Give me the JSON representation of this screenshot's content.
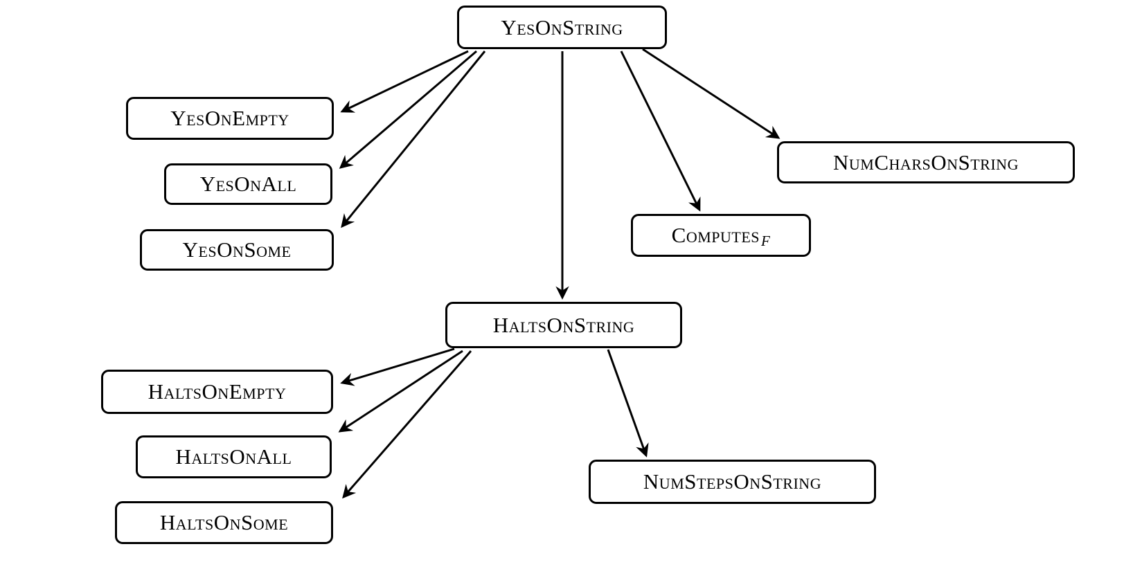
{
  "diagram": {
    "name": "reducibility-diagram",
    "colors": {
      "background": "#ffffff",
      "node_fill": "#ffffff",
      "node_border": "#000000",
      "arrow": "#000000"
    },
    "nodes": [
      {
        "id": "yesOnString",
        "label": "YesOnString"
      },
      {
        "id": "yesOnEmpty",
        "label": "YesOnEmpty"
      },
      {
        "id": "yesOnAll",
        "label": "YesOnAll"
      },
      {
        "id": "yesOnSome",
        "label": "YesOnSome"
      },
      {
        "id": "numCharsOnString",
        "label": "NumCharsOnString"
      },
      {
        "id": "computesF",
        "label": "Computes",
        "subscript": "F"
      },
      {
        "id": "haltsOnString",
        "label": "HaltsOnString"
      },
      {
        "id": "haltsOnEmpty",
        "label": "HaltsOnEmpty"
      },
      {
        "id": "haltsOnAll",
        "label": "HaltsOnAll"
      },
      {
        "id": "haltsOnSome",
        "label": "HaltsOnSome"
      },
      {
        "id": "numStepsOnString",
        "label": "NumStepsOnString"
      }
    ],
    "edges": [
      {
        "from": "YesOnString",
        "to": "YesOnEmpty"
      },
      {
        "from": "YesOnString",
        "to": "YesOnAll"
      },
      {
        "from": "YesOnString",
        "to": "YesOnSome"
      },
      {
        "from": "YesOnString",
        "to": "HaltsOnString"
      },
      {
        "from": "YesOnString",
        "to": "ComputesF"
      },
      {
        "from": "YesOnString",
        "to": "NumCharsOnString"
      },
      {
        "from": "HaltsOnString",
        "to": "HaltsOnEmpty"
      },
      {
        "from": "HaltsOnString",
        "to": "HaltsOnAll"
      },
      {
        "from": "HaltsOnString",
        "to": "HaltsOnSome"
      },
      {
        "from": "HaltsOnString",
        "to": "NumStepsOnString"
      }
    ]
  }
}
